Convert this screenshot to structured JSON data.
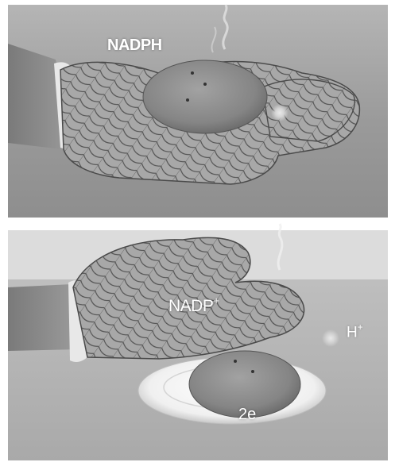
{
  "labels": {
    "nadph": "NADPH",
    "nadp": "NADP",
    "nadp_charge": "+",
    "h": "H",
    "h_charge": "+",
    "electrons": "2e"
  },
  "colors": {
    "background_top": "#9a9a9a",
    "background_bottom": "#b8b8b8",
    "mitt": "#a6a6a6",
    "mitt_pattern": "#505050",
    "potato": "#8a8a8a",
    "plate": "#f2f2f2",
    "label": "#ffffff"
  }
}
